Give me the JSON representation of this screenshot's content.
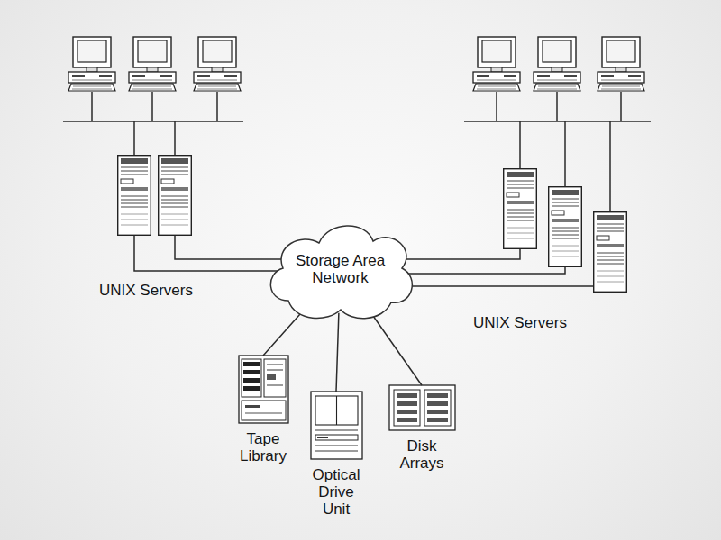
{
  "diagram": {
    "nodes": [
      {
        "text": [
          "Storage Area Network"
        ]
      },
      {
        "text": [
          "Tape Library"
        ]
      },
      {
        "text": [
          "Optical Drive Unit"
        ]
      },
      {
        "text": [
          "Disk Arrays"
        ]
      }
    ],
    "edges": [
      {
        "from": 0,
        "to": 1,
        "arrow": "none"
      },
      {
        "from": 0,
        "to": 2,
        "arrow": "none"
      },
      {
        "from": 0,
        "to": 3,
        "arrow": "none"
      }
    ],
    "labels": [
      "UNIX Servers",
      "UNIX Servers"
    ]
  }
}
